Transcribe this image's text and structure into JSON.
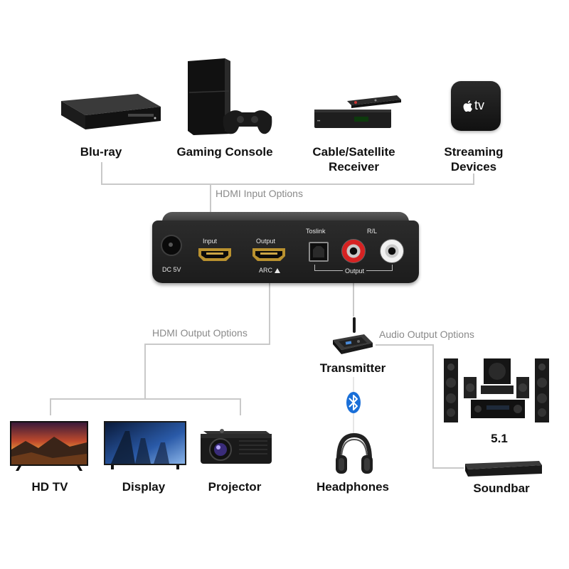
{
  "input_devices": {
    "bluray": "Blu-ray",
    "gaming_console": "Gaming Console",
    "cable_satellite_line1": "Cable/Satellite",
    "cable_satellite_line2": "Receiver",
    "streaming_line1": "Streaming",
    "streaming_line2": "Devices",
    "appletv_logo_text": "tv"
  },
  "groups": {
    "hdmi_input": "HDMI Input Options",
    "hdmi_output": "HDMI Output Options",
    "audio_output": "Audio Output Options"
  },
  "converter": {
    "dc": "DC 5V",
    "input": "Input",
    "output": "Output",
    "arc": "ARC",
    "toslink": "Toslink",
    "rl": "R/L",
    "output_bottom": "Output"
  },
  "output_devices": {
    "hdtv": "HD TV",
    "display": "Display",
    "projector": "Projector"
  },
  "audio_devices": {
    "transmitter": "Transmitter",
    "headphones": "Headphones",
    "surround": "5.1",
    "soundbar": "Soundbar"
  }
}
